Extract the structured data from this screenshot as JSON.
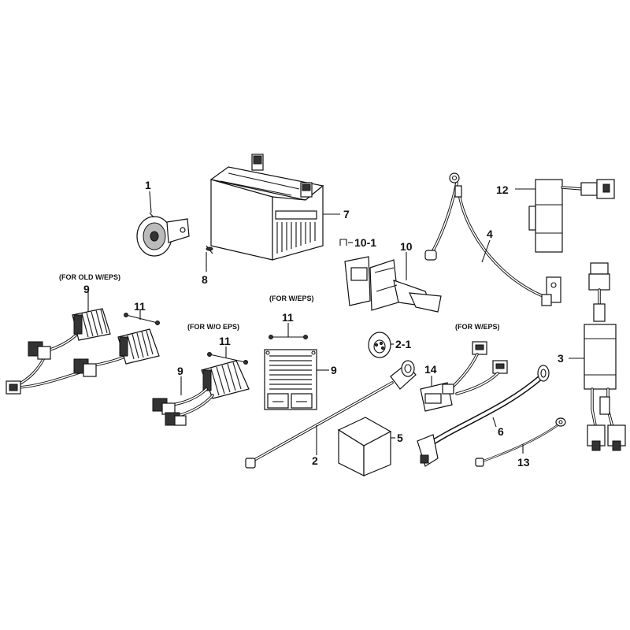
{
  "callouts": {
    "c1": "1",
    "c2": "2",
    "c2_1": "2-1",
    "c3": "3",
    "c4": "4",
    "c5": "5",
    "c6": "6",
    "c7": "7",
    "c8": "8",
    "c9_old": "9",
    "c9_wo": "9",
    "c9_w": "9",
    "c10": "10",
    "c10_1": "10-1",
    "c11_old": "11",
    "c11_wo": "11",
    "c11_w": "11",
    "c12": "12",
    "c13": "13",
    "c14": "14"
  },
  "notes": {
    "for_old_weps": "(FOR OLD W/EPS)",
    "for_wo_eps": "(FOR W/O EPS)",
    "for_weps_reg": "(FOR W/EPS)",
    "for_weps_harness": "(FOR W/EPS)"
  },
  "colors": {
    "line": "#111111",
    "background": "#ffffff"
  }
}
